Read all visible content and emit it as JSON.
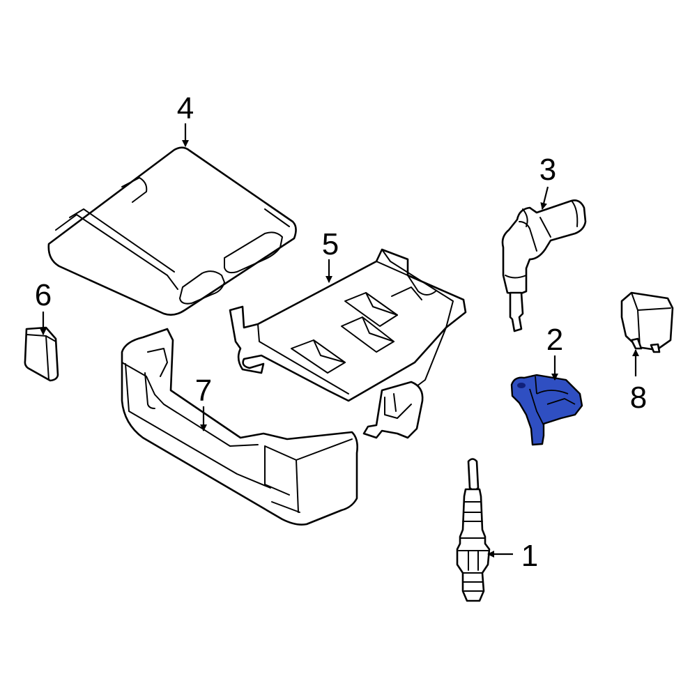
{
  "diagram": {
    "highlight_color": "#2f4fc2",
    "line_color": "#000000",
    "callouts": [
      {
        "id": "1",
        "label": "1"
      },
      {
        "id": "2",
        "label": "2"
      },
      {
        "id": "3",
        "label": "3"
      },
      {
        "id": "4",
        "label": "4"
      },
      {
        "id": "5",
        "label": "5"
      },
      {
        "id": "6",
        "label": "6"
      },
      {
        "id": "7",
        "label": "7"
      },
      {
        "id": "8",
        "label": "8"
      }
    ],
    "highlighted_part": "2"
  }
}
